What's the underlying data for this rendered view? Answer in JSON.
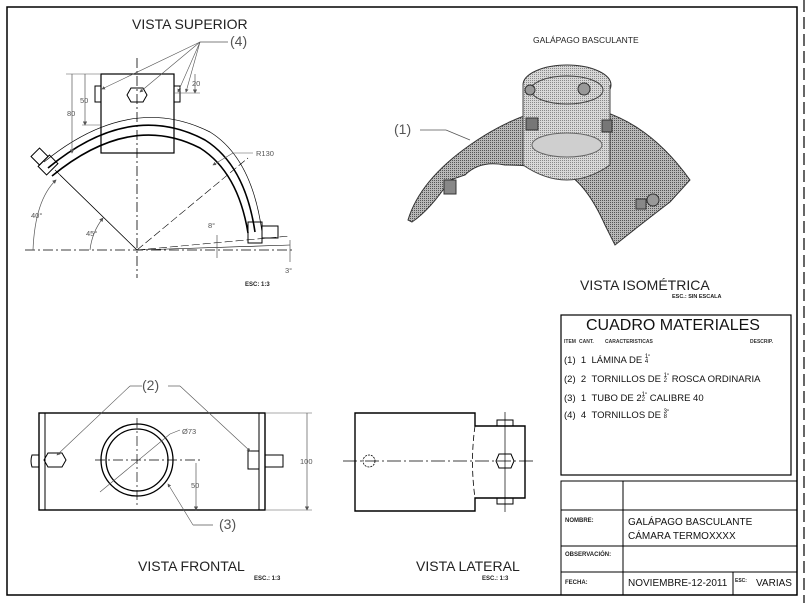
{
  "sheet": {
    "views": {
      "top": {
        "title": "VISTA SUPERIOR",
        "scale": "ESC: 1:3"
      },
      "iso": {
        "heading": "GALÁPAGO BASCULANTE",
        "title": "VISTA ISOMÉTRICA",
        "scale": "ESC.: SIN ESCALA"
      },
      "front": {
        "title": "VISTA FRONTAL",
        "scale": "ESC.: 1:3"
      },
      "side": {
        "title": "VISTA LATERAL",
        "scale": "ESC.: 1:3"
      }
    },
    "callouts": {
      "c1": "(1)",
      "c2": "(2)",
      "c3": "(3)",
      "c4": "(4)"
    },
    "dimensions": {
      "top": {
        "d80": "80",
        "d50": "50",
        "d20": "20",
        "r130": "R130",
        "a40": "40°",
        "a45": "45°",
        "a8": "8°",
        "a3": "3°"
      },
      "front": {
        "dia": "Ø73",
        "d50": "50",
        "d100": "100"
      }
    }
  },
  "materials": {
    "title": "CUADRO MATERIALES",
    "headers": {
      "item": "ITEM",
      "qty": "CANT.",
      "desc": "CARACTERISTICAS",
      "descrip": "DESCRIP."
    },
    "rows": [
      {
        "item": "(1)",
        "qty": "1",
        "text": "LÁMINA DE",
        "frac_num": "1",
        "frac_den": "4",
        "suffix": "\"",
        "tail": ""
      },
      {
        "item": "(2)",
        "qty": "2",
        "text": "TORNILLOS DE",
        "frac_num": "1",
        "frac_den": "2",
        "suffix": "\"",
        "tail": " ROSCA ORDINARIA"
      },
      {
        "item": "(3)",
        "qty": "1",
        "text": "TUBO DE 2",
        "frac_num": "1",
        "frac_den": "2",
        "suffix": "\"",
        "tail": " CALIBRE 40"
      },
      {
        "item": "(4)",
        "qty": "4",
        "text": "TORNILLOS DE",
        "frac_num": "3",
        "frac_den": "8",
        "suffix": "\"",
        "tail": ""
      }
    ]
  },
  "title_block": {
    "nombre_label": "NOMBRE:",
    "nombre_line1": "GALÁPAGO BASCULANTE",
    "nombre_line2": "CÁMARA TERMOXXXX",
    "observacion_label": "OBSERVACIÓN:",
    "observacion_value": "",
    "fecha_label": "FECHA:",
    "fecha_value": "NOVIEMBRE-12-2011",
    "esc_label": "ESC:",
    "esc_value": "VARIAS"
  }
}
